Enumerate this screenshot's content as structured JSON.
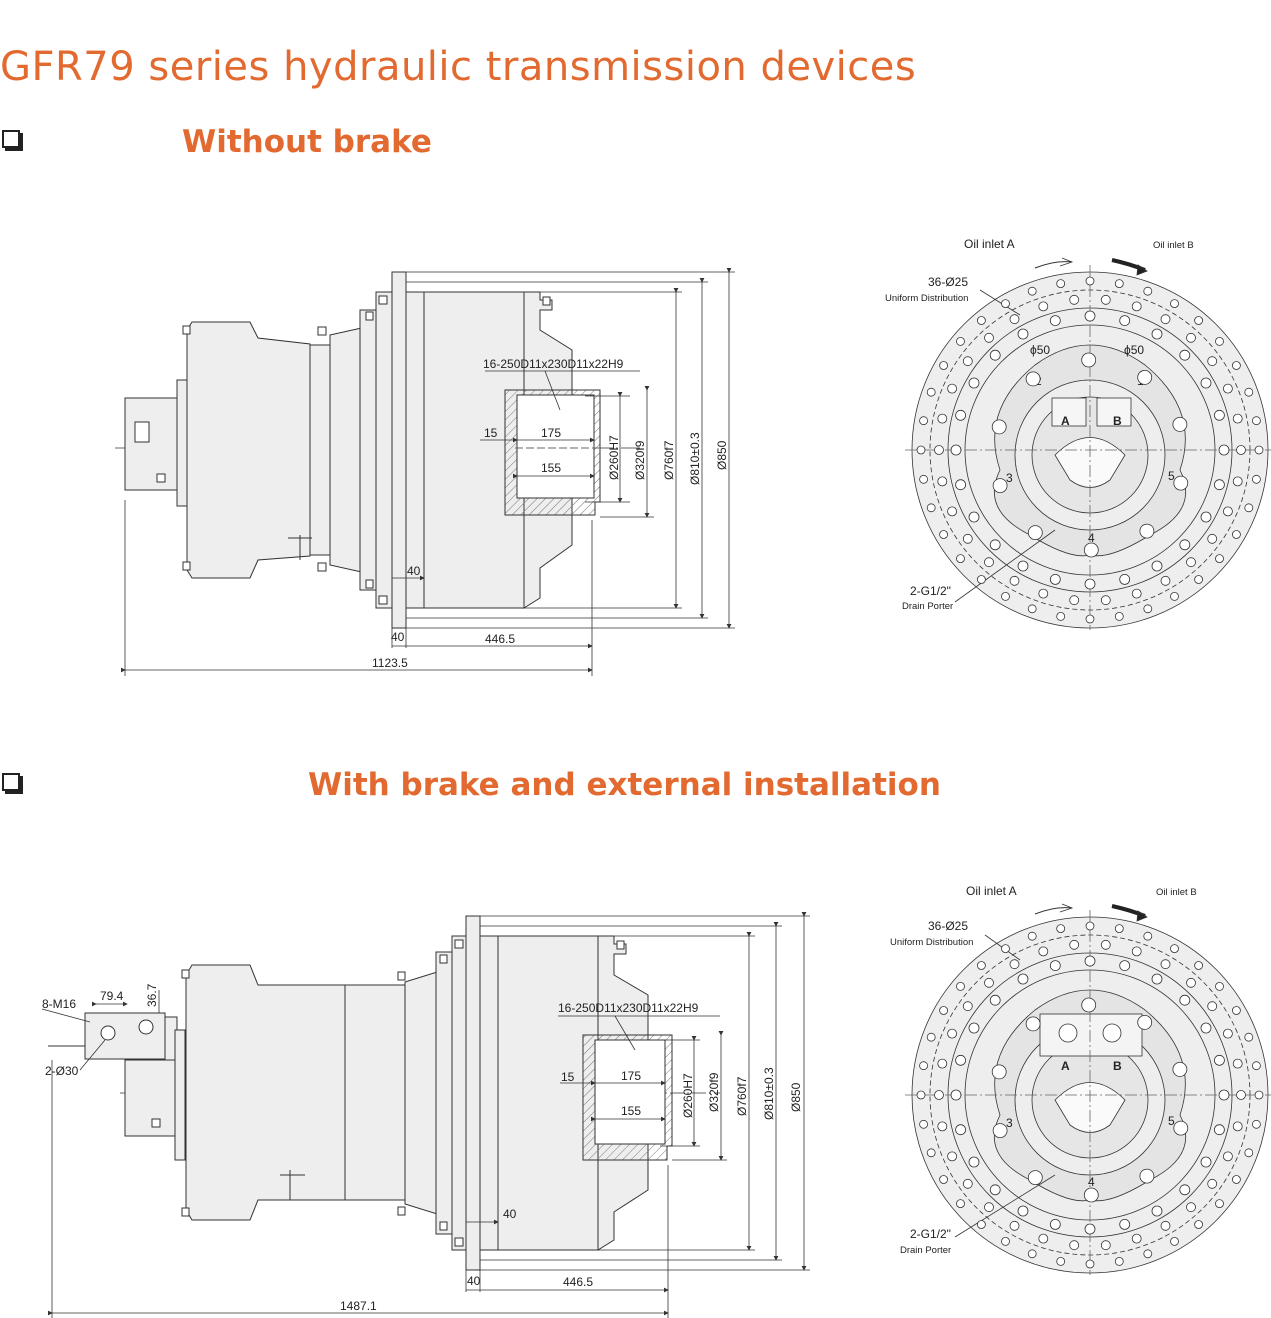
{
  "title": "GFR79 series hydraulic transmission devices",
  "colors": {
    "accent": "#e2692f",
    "line": "#333333",
    "fill": "#eeeeee"
  },
  "sections": [
    {
      "label": "Without brake",
      "side": {
        "spline": "16-250D11x230D11x22H9",
        "d15": "15",
        "d175": "175",
        "d155": "155",
        "d40a": "40",
        "d40b": "40",
        "d4465": "446.5",
        "total": "1123.5",
        "dia260": "Ø260H7",
        "dia320": "Ø320f9",
        "dia760": "Ø760f7",
        "dia810": "Ø810±0.3",
        "dia850": "Ø850"
      },
      "front": {
        "oil_a": "Oil inlet A",
        "oil_b": "Oil inlet B",
        "holes": "36-Ø25",
        "holes_note": "Uniform Distribution",
        "drain": "2-G1/2\"",
        "drain_note": "Drain Porter",
        "port_a": "A",
        "port_b": "B",
        "phi50a": "ϕ50",
        "phi50b": "ϕ50",
        "n1": "1",
        "n2": "2",
        "n3": "3",
        "n4": "4",
        "n5": "5"
      }
    },
    {
      "label": "With brake and external installation",
      "side": {
        "spline": "16-250D11x230D11x22H9",
        "d15": "15",
        "d175": "175",
        "d155": "155",
        "d40a": "40",
        "d40b": "40",
        "d4465": "446.5",
        "total": "1487.1",
        "dia260": "Ø260H7",
        "dia320": "Ø320f9",
        "dia760": "Ø760f7",
        "dia810": "Ø810±0.3",
        "dia850": "Ø850",
        "m16": "8-M16",
        "d794": "79.4",
        "d367": "36.7",
        "d30": "2-Ø30"
      },
      "front": {
        "oil_a": "Oil inlet A",
        "oil_b": "Oil inlet B",
        "holes": "36-Ø25",
        "holes_note": "Uniform Distribution",
        "drain": "2-G1/2\"",
        "drain_note": "Drain Porter",
        "port_a": "A",
        "port_b": "B",
        "n3": "3",
        "n4": "4",
        "n5": "5"
      }
    }
  ]
}
